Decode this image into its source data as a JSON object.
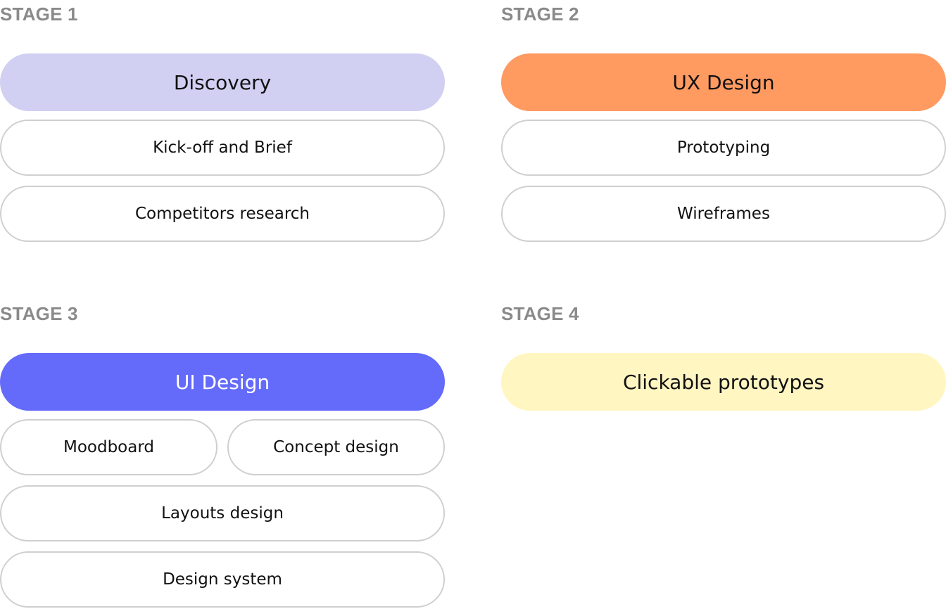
{
  "stages": [
    {
      "title": "STAGE 1",
      "phase": {
        "label": "Discovery",
        "color": "#d1cff2",
        "text_color": "#111111"
      },
      "steps": [
        "Kick-off and Brief",
        "Competitors research"
      ]
    },
    {
      "title": "STAGE 2",
      "phase": {
        "label": "UX Design",
        "color": "#ff9a61",
        "text_color": "#111111"
      },
      "steps": [
        "Prototyping",
        "Wireframes"
      ]
    },
    {
      "title": "STAGE 3",
      "phase": {
        "label": "UI Design",
        "color": "#646bfa",
        "text_color": "#ffffff"
      },
      "row_steps": [
        "Moodboard",
        "Concept design"
      ],
      "steps": [
        "Layouts design",
        "Design system"
      ]
    },
    {
      "title": "STAGE 4",
      "phase": {
        "label": "Clickable prototypes",
        "color": "#fff6c2",
        "text_color": "#111111"
      },
      "steps": []
    }
  ],
  "colors": {
    "stage_title": "#8a8a8a",
    "step_border": "#cfcfcf"
  }
}
